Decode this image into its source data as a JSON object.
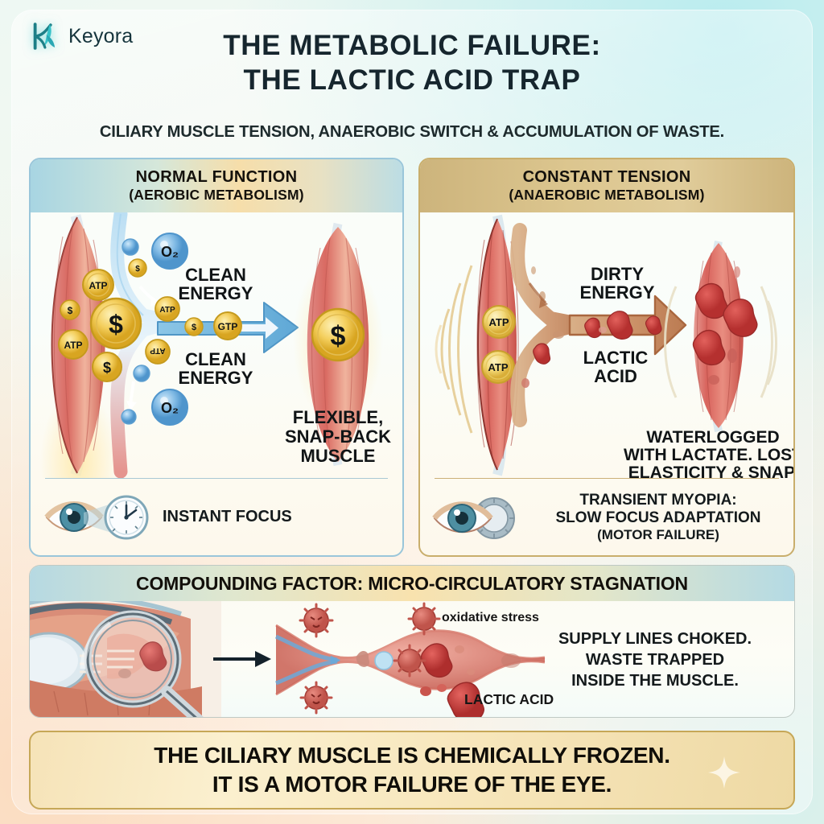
{
  "brand": {
    "name": "Keyora",
    "logo_icon": "keyora-k-leaf-icon",
    "accent": "#2fb5bb"
  },
  "header": {
    "title_line1": "THE METABOLIC FAILURE:",
    "title_line2": "THE LACTIC ACID TRAP",
    "subtitle": "CILIARY MUSCLE TENSION, ANAEROBIC SWITCH & ACCUMULATION OF WASTE."
  },
  "panels": [
    {
      "id": "normal",
      "head_line1": "NORMAL FUNCTION",
      "head_line2": "(AEROBIC METABOLISM)",
      "border_color": "#9ac6da",
      "figure": {
        "muscle_tokens": [
          "ATP",
          "$",
          "$",
          "ATP",
          "$"
        ],
        "stream_tokens": [
          "$",
          "ATP",
          "$",
          "GTP",
          "ATP"
        ],
        "oxygen_label": "O₂",
        "arrow_label_top": "CLEAN\nENERGY",
        "arrow_label_bottom": "CLEAN\nENERGY",
        "arrow_color": "#74b7de",
        "result_token": "$"
      },
      "caption": "FLEXIBLE,\nSNAP-BACK\nMUSCLE",
      "foot": {
        "icon": "eye-clock-icon",
        "text": "INSTANT FOCUS"
      }
    },
    {
      "id": "tension",
      "head_line1": "CONSTANT TENSION",
      "head_line2": "(ANAEROBIC METABOLISM)",
      "border_color": "#c9ae6c",
      "figure": {
        "muscle_tokens": [
          "ATP",
          "ATP"
        ],
        "arrow_label_top": "DIRTY\nENERGY",
        "arrow_label_bottom": "LACTIC\nACID",
        "arrow_color": "#c08a63"
      },
      "caption": "WATERLOGGED\nWITH LACTATE. LOST\nELASTICITY & SNAP.",
      "foot": {
        "icon": "eye-gear-icon",
        "line1": "TRANSIENT MYOPIA:",
        "line2": "SLOW FOCUS ADAPTATION",
        "line3": "(MOTOR FAILURE)"
      }
    }
  ],
  "band": {
    "heading": "COMPOUNDING FACTOR: MICRO-CIRCULATORY STAGNATION",
    "figure_icons": [
      "eye-cross-section-icon",
      "magnifier-icon",
      "arrow-right-icon",
      "capillary-icon",
      "free-radical-icon",
      "lactate-blob-icon"
    ],
    "label_oxidative": "oxidative stress",
    "label_lactic": "LACTIC ACID",
    "text_line1": "SUPPLY LINES CHOKED.",
    "text_line2": "WASTE TRAPPED",
    "text_line3": "INSIDE THE MUSCLE."
  },
  "conclusion": {
    "line1": "THE CILIARY MUSCLE IS CHEMICALLY FROZEN.",
    "line2": "IT IS A MOTOR FAILURE OF THE EYE.",
    "sparkle_icon": "sparkle-icon"
  }
}
